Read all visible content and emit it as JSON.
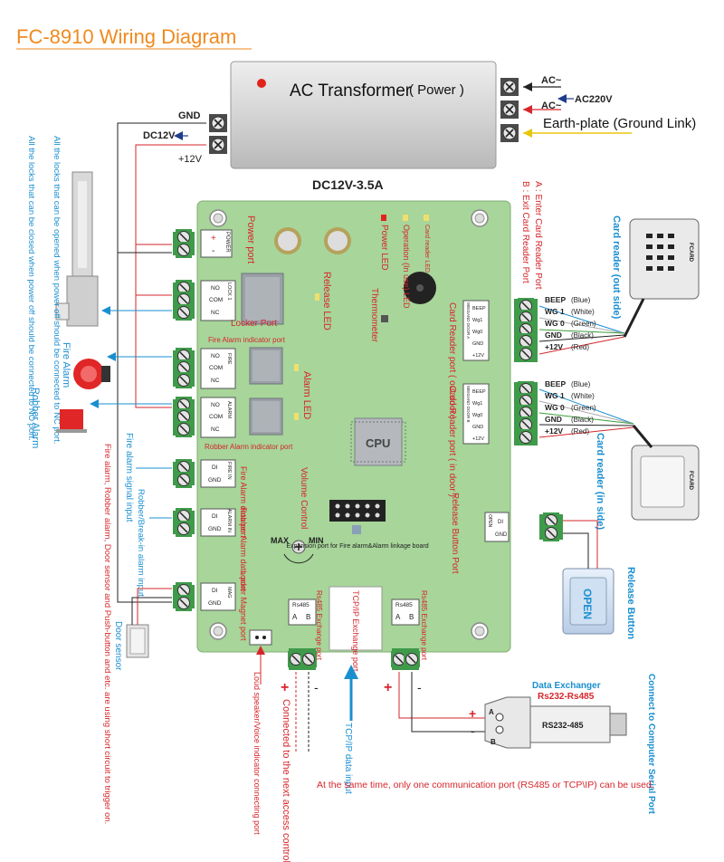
{
  "title": "FC-8910 Wiring Diagram",
  "colors": {
    "title": "#f08a1e",
    "red": "#d6262b",
    "blue": "#1a8fd0",
    "board": "#a7d59a",
    "navy": "#1f3c8c"
  },
  "transformer": {
    "label": "AC Transformer",
    "sub": "( Power )",
    "rating": "DC12V-3.5A",
    "gnd": "GND",
    "dc12v": "DC12V",
    "plus12v": "+12V",
    "ac1": "AC~",
    "ac220": "AC220V",
    "ac2": "AC~",
    "earth": "Earth-plate (Ground Link)"
  },
  "left_notes": {
    "nc_note": "All the locks that can be opened when power off should be connected to NC port.",
    "no_note": "All the locks that can be closed when power off should be connected to NO port.",
    "fire_alarm": "Fire Alarm",
    "robber_alarm": "Robber Alarm",
    "fire_signal": "Fire alarm signal input",
    "robber_input": "Robber/Break-in alarm input",
    "short_note": "Fire alarm, Robber alarm, Door sensor and Push-button and etc. are using short circuit to trigger on.",
    "door_sensor": "Door sensor"
  },
  "board_labels": {
    "power_port": "Power port",
    "locker_port": "Locker Port",
    "fire_alarm_indicator": "Fire Alarm indicator port",
    "robber_alarm_indicator": "Robber Alarm indicator port",
    "release_led": "Release LED",
    "alarm_led": "Alarm LED",
    "power_led": "Power LED",
    "operation_led": "Operation (In use) LED",
    "card_reader_led": "Card reader LED",
    "thermometer": "Thermometer",
    "cpu": "CPU",
    "volume_control": "Volume Control",
    "max": "MAX",
    "min": "MIN",
    "expansion": "Expansion port for Fire alarm&Alarm linkage board",
    "fire_alarm_data": "Fire Alarm data port",
    "robber_alarm_data": "Robber Alarm data port",
    "locker_magnet": "Locker Magnet port",
    "card_reader_out": "Card Reader port ( out door )",
    "card_reader_in": "Card Reader port ( in door )",
    "release_button_port": "Release Button Port",
    "rs485_left": "Rs485 Exchange port",
    "tcpip": "TCP/IP Exchange port",
    "rs485_right": "Rs485 Exchange port",
    "rs485": "Rs485",
    "a": "A",
    "b": "B"
  },
  "terminals": {
    "power": [
      "+",
      "-",
      "POWER"
    ],
    "lock": [
      "NO",
      "COM",
      "NC",
      "LOCK 1"
    ],
    "fire": [
      "NO",
      "COM",
      "NC",
      "FIRE"
    ],
    "alarm": [
      "NO",
      "COM",
      "NC",
      "ALARM"
    ],
    "fire_in": [
      "DI",
      "GND",
      "FIRE IN"
    ],
    "alarm_in": [
      "DI",
      "GND",
      "ALARM IN"
    ],
    "mag": [
      "DI",
      "GND",
      "MAG"
    ],
    "open": [
      "DI",
      "GND",
      "OPEN"
    ],
    "wiegand_a": [
      "BEEP",
      "Wg1",
      "Wg0",
      "GND",
      "+12V",
      "WEIGAND DOOR A"
    ],
    "wiegand_b": [
      "BEEP",
      "Wg1",
      "Wg0",
      "GND",
      "+12V",
      "WEIGAND DOOR B"
    ]
  },
  "readers": {
    "note_a": "A : Enter Card Reader Port",
    "note_b": "B : Exit Card Reader Port",
    "out_title": "Card reader (out side)",
    "in_title": "Card reader (in side)",
    "brand": "FCARD",
    "wires": [
      {
        "name": "BEEP",
        "color": "(Blue)"
      },
      {
        "name": "WG 1",
        "color": "(White)"
      },
      {
        "name": "WG 0",
        "color": "(Green)"
      },
      {
        "name": "GND",
        "color": "(Black)"
      },
      {
        "name": "+12V",
        "color": "(Red)"
      }
    ]
  },
  "release_button": {
    "label": "OPEN",
    "title": "Release Button"
  },
  "bottom": {
    "speaker": "Loud speaker/Voice indicator connecting port",
    "next_controller": "Connected to the next access controller",
    "tcpip_input": "TCP/IP data input",
    "data_exchanger": "Data Exchanger",
    "rs232_rs485": "Rs232-Rs485",
    "converter": "RS232-485",
    "computer": "Connect to Computer Serial Port",
    "plus": "+",
    "minus": "-",
    "note": "At the same time, only one communication port (RS485 or TCP\\IP) can be used."
  }
}
